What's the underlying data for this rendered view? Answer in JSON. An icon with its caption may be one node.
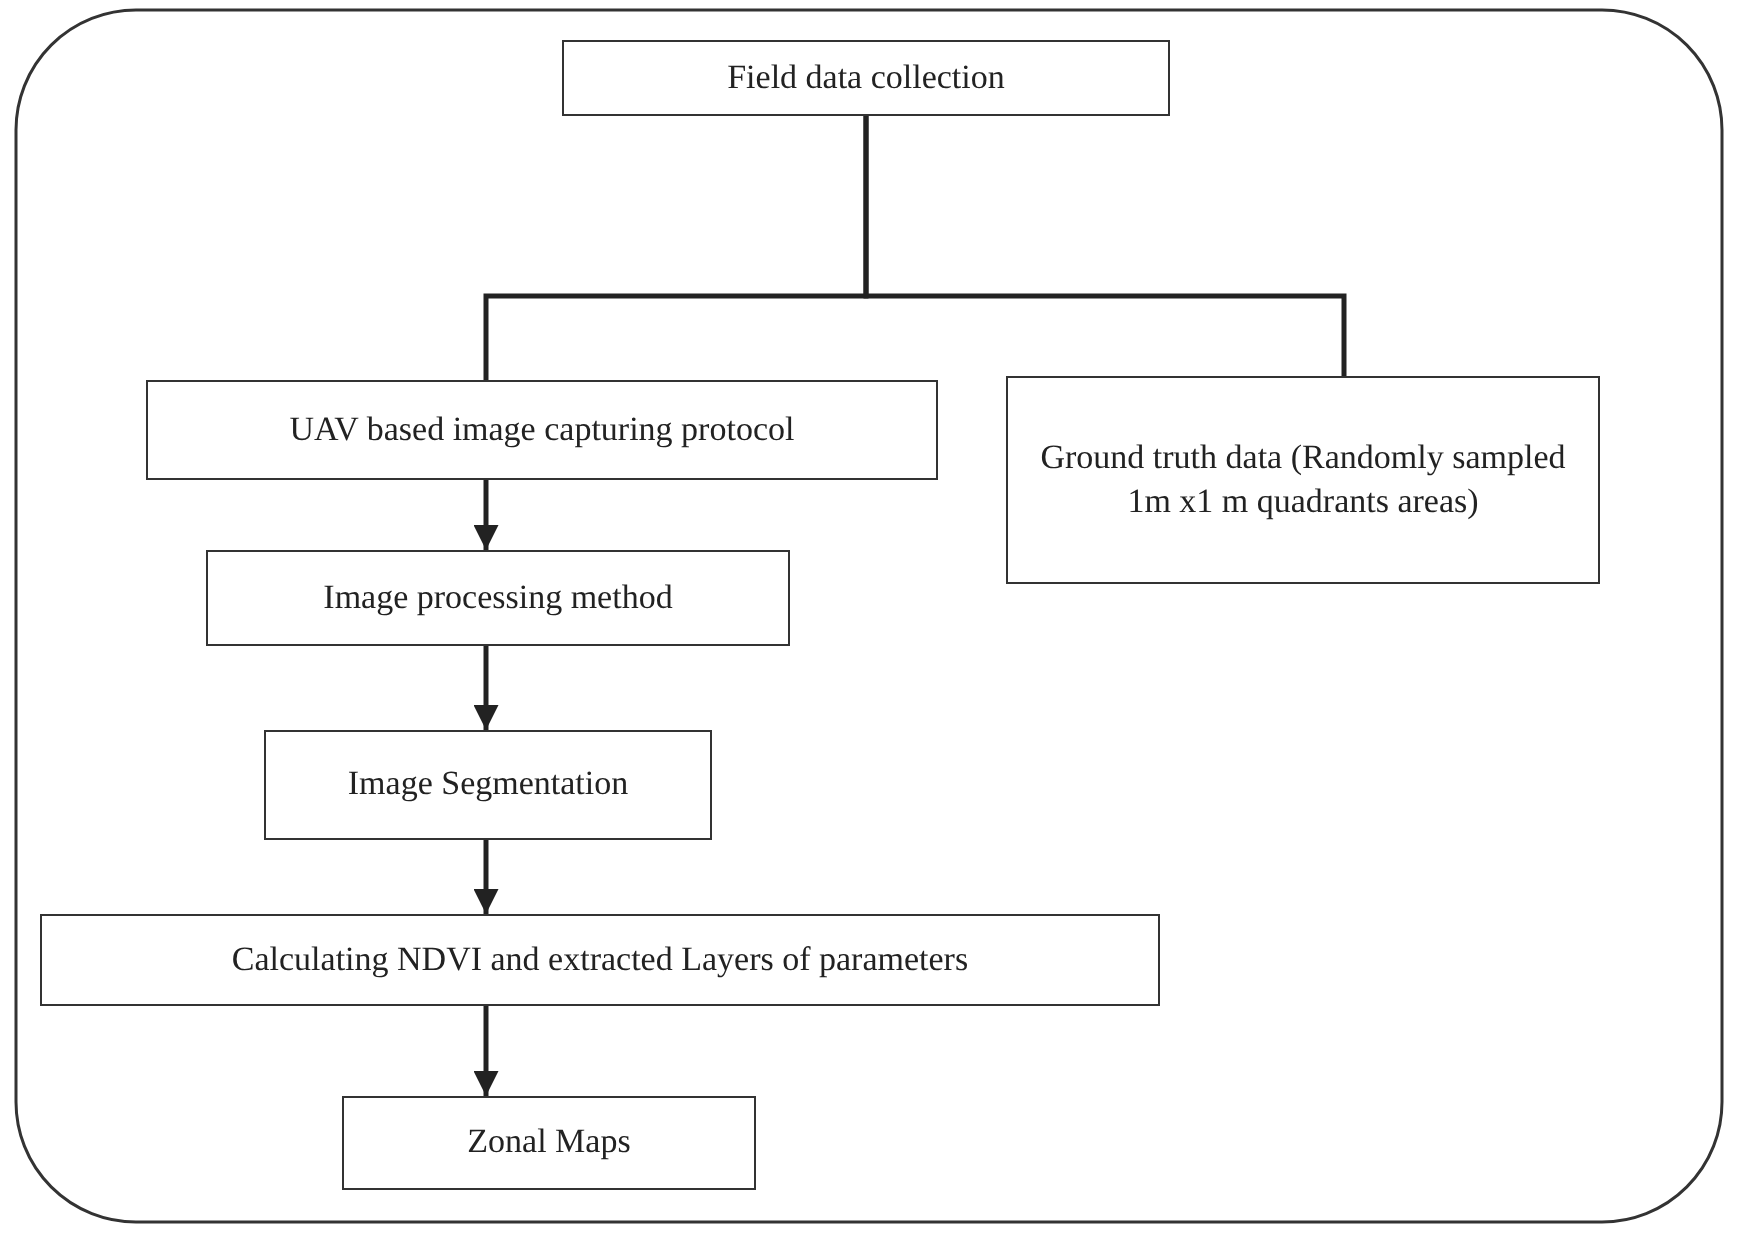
{
  "diagram": {
    "nodes": [
      {
        "text": [
          "Field data collection"
        ]
      },
      {
        "text": [
          "UAV based image capturing protocol"
        ]
      },
      {
        "text": [
          "Ground truth data (Randomly sampled 1m x1 m quadrants areas)"
        ]
      },
      {
        "text": [
          "Image processing method"
        ]
      },
      {
        "text": [
          "Image Segmentation"
        ]
      },
      {
        "text": [
          "Calculating NDVI and extracted Layers of parameters"
        ]
      },
      {
        "text": [
          "Zonal Maps"
        ]
      }
    ],
    "edges": [
      {
        "from": 0,
        "to": 1,
        "arrow": "none"
      },
      {
        "from": 0,
        "to": 2,
        "arrow": "none"
      },
      {
        "from": 1,
        "to": 3,
        "arrow": "to"
      },
      {
        "from": 3,
        "to": 4,
        "arrow": "to"
      },
      {
        "from": 4,
        "to": 5,
        "arrow": "to"
      },
      {
        "from": 5,
        "to": 6,
        "arrow": "to"
      }
    ]
  }
}
